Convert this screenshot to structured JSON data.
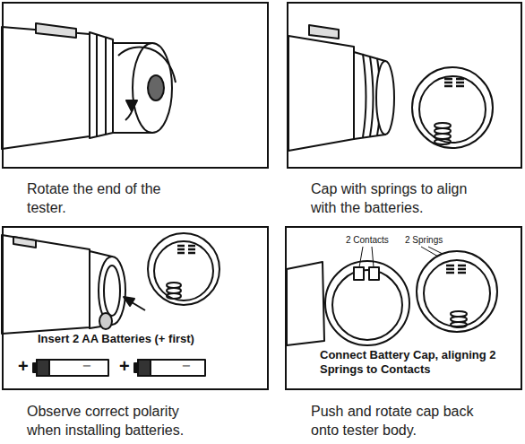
{
  "diagram": {
    "nodes": [
      {
        "text": [
          "Rotate the end of the tester."
        ]
      },
      {
        "text": [
          "Cap with springs to align with the batteries."
        ]
      },
      {
        "text": [
          "Insert 2 AA Batteries (+ first)",
          "Observe correct polarity when installing batteries."
        ]
      },
      {
        "text": [
          "Connect Battery Cap, aligning 2 Springs to Contacts",
          "Push and rotate cap back onto tester body."
        ]
      }
    ],
    "labels": [
      "+",
      "−",
      "+",
      "−",
      "2 Contacts",
      "2 Springs"
    ]
  }
}
